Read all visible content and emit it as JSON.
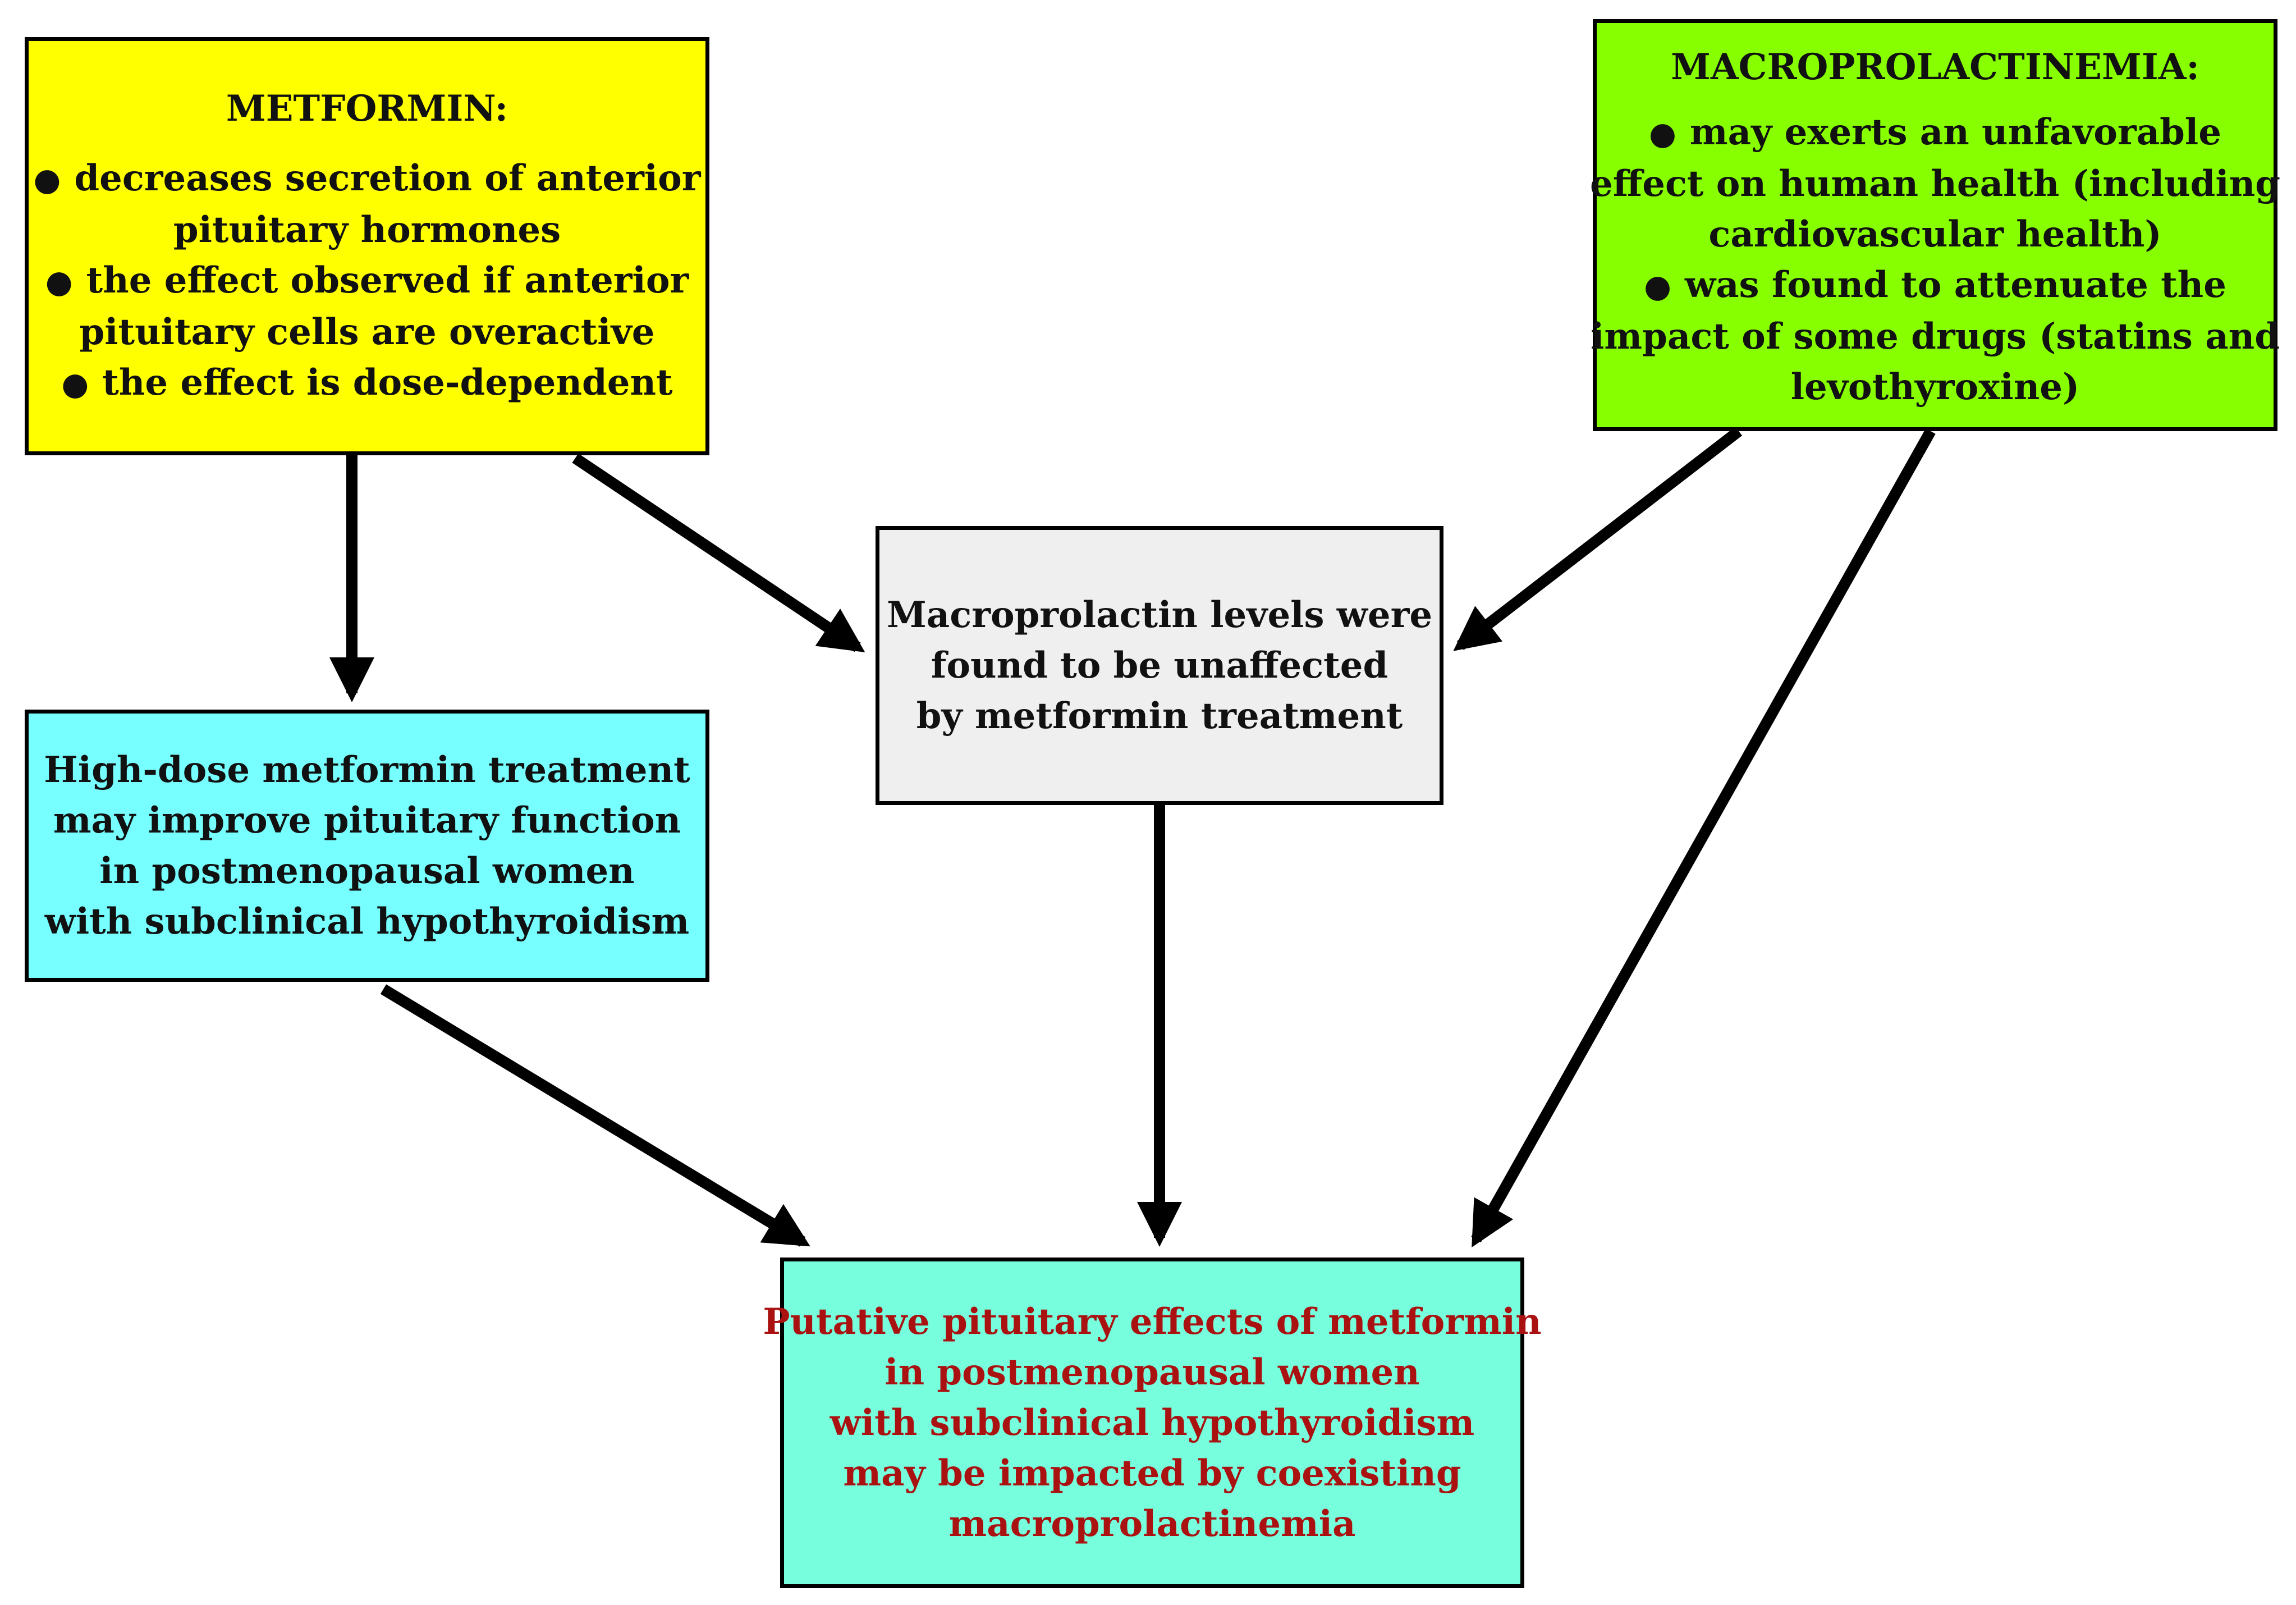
{
  "colors": {
    "metformin_box": "#ffff00",
    "macro_box": "#88ff00",
    "unaffected_box": "#efefef",
    "highdose_box": "#77ffff",
    "putative_box": "#77ffdd",
    "putative_text": "#aa1111",
    "arrow": "#000000"
  },
  "metformin": {
    "title": "METFORMIN:",
    "bullets": [
      [
        "decreases secretion of anterior",
        "pituitary hormones"
      ],
      [
        "the effect observed if anterior",
        "pituitary cells are overactive"
      ],
      [
        "the effect is dose-dependent"
      ]
    ]
  },
  "macro": {
    "title": "MACROPROLACTINEMIA:",
    "bullets": [
      [
        "may exerts an unfavorable",
        "effect on human health (including",
        "cardiovascular health)"
      ],
      [
        "was found to attenuate the",
        "impact of some drugs (statins and",
        "levothyroxine)"
      ]
    ]
  },
  "unaffected": {
    "lines": [
      "Macroprolactin levels were",
      "found to be unaffected",
      "by metformin treatment"
    ]
  },
  "highdose": {
    "lines": [
      "High-dose metformin treatment",
      "may improve pituitary function",
      "in postmenopausal women",
      "with subclinical hypothyroidism"
    ]
  },
  "putative": {
    "lines": [
      "Putative pituitary effects of metformin",
      "in postmenopausal women",
      "with subclinical hypothyroidism",
      "may be impacted by coexisting",
      "macroprolactinemia"
    ]
  }
}
